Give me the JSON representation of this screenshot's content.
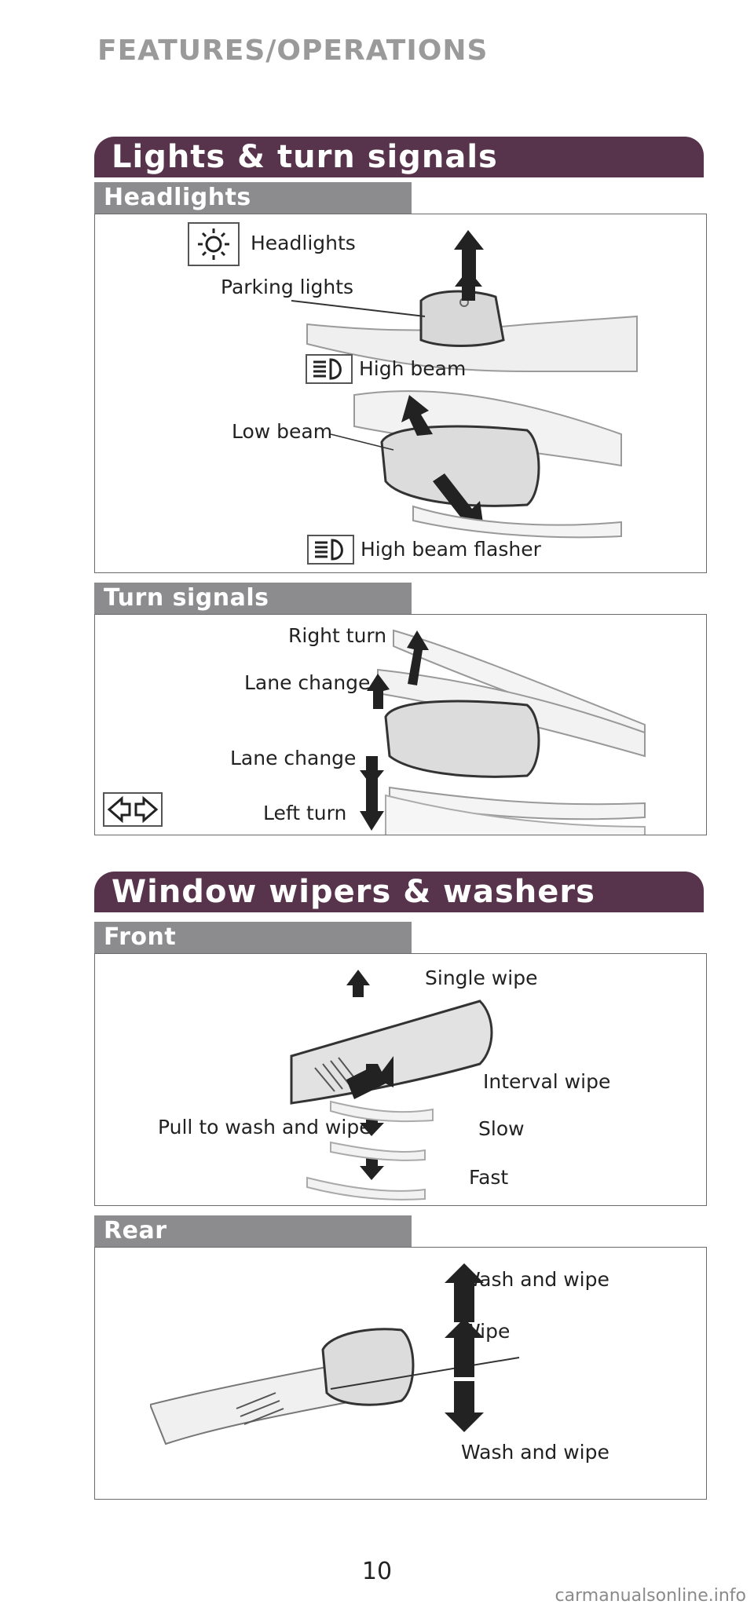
{
  "header": {
    "title": "FEATURES/OPERATIONS"
  },
  "lights": {
    "title": "Lights & turn signals",
    "headlights": {
      "title": "Headlights",
      "labels": {
        "headlights": "Headlights",
        "parking": "Parking lights",
        "high_beam": "High beam",
        "low_beam": "Low beam",
        "flasher": "High beam flasher"
      },
      "icons": [
        "headlight-symbol-icon",
        "high-beam-icon",
        "high-beam-icon"
      ]
    },
    "turn_signals": {
      "title": "Turn signals",
      "labels": {
        "right_turn": "Right turn",
        "lane_change_up": "Lane change",
        "lane_change_down": "Lane change",
        "left_turn": "Left turn"
      },
      "icons": [
        "turn-signal-arrows-icon"
      ]
    }
  },
  "wipers": {
    "title": "Window wipers & washers",
    "front": {
      "title": "Front",
      "labels": {
        "single": "Single wipe",
        "interval": "Interval wipe",
        "pull": "Pull to wash and wipe",
        "slow": "Slow",
        "fast": "Fast"
      }
    },
    "rear": {
      "title": "Rear",
      "labels": {
        "wash_top": "Wash and wipe",
        "wipe": "Wipe",
        "wash_bottom": "Wash and wipe"
      }
    }
  },
  "footer": {
    "page_number": "10",
    "watermark": "carmanualsonline.info"
  },
  "colors": {
    "banner": "#57334c",
    "sub_banner": "#8c8c8e",
    "header_text": "#9a9a9a"
  }
}
